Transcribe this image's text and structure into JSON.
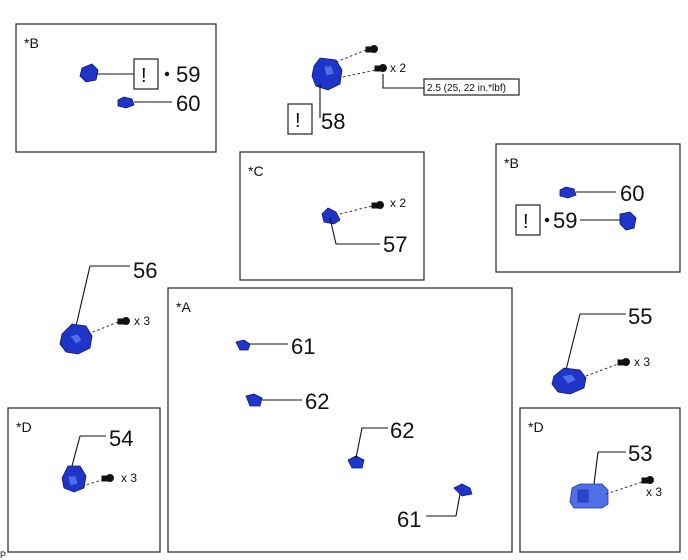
{
  "panels": {
    "b_top": {
      "tag": "*B",
      "callout_59": "59",
      "callout_60": "60",
      "note_symbol": "!"
    },
    "p58": {
      "callout": "58",
      "qty": "x 2",
      "torque": "2.5 (25, 22 in.*lbf)",
      "note_symbol": "!"
    },
    "c": {
      "tag": "*C",
      "callout": "57",
      "qty": "x 2"
    },
    "b_right": {
      "tag": "*B",
      "callout_60": "60",
      "callout_59": "59",
      "note_symbol": "!"
    },
    "p56": {
      "callout": "56",
      "qty": "x 3"
    },
    "a": {
      "tag": "*A",
      "callout_61a": "61",
      "callout_62a": "62",
      "callout_62b": "62",
      "callout_61b": "61"
    },
    "p55": {
      "callout": "55",
      "qty": "x 3"
    },
    "d_left": {
      "tag": "*D",
      "callout": "54",
      "qty": "x 3"
    },
    "d_right": {
      "tag": "*D",
      "callout": "53",
      "qty": "x 3"
    }
  },
  "footer": {
    "code": "P"
  },
  "colors": {
    "part": "#1f35c8",
    "part_light": "#4f6fe6"
  }
}
